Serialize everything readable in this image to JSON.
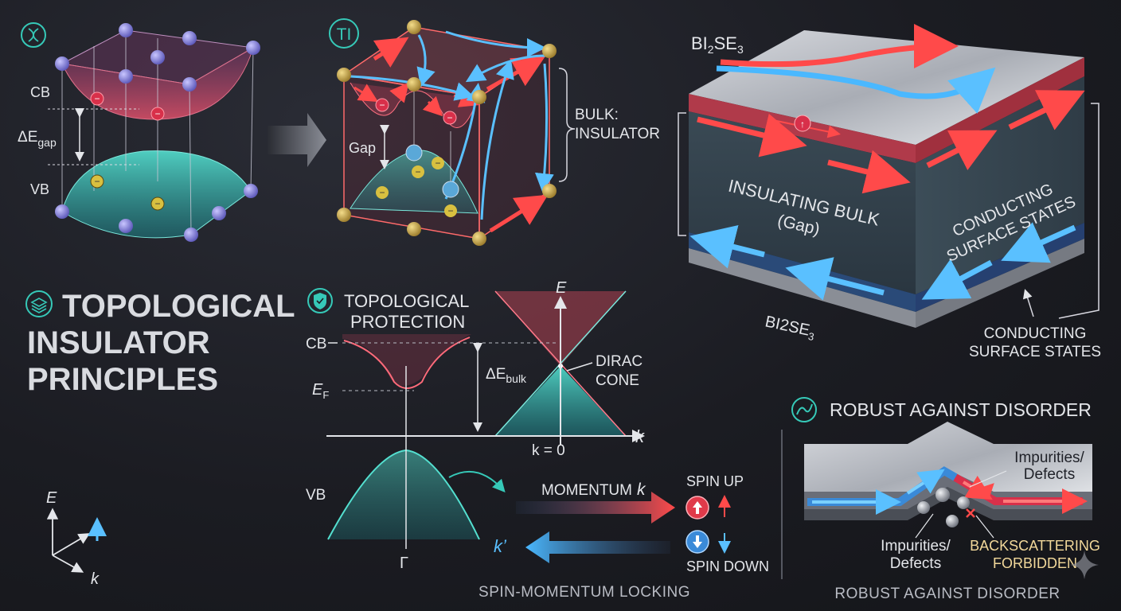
{
  "title": {
    "line1": "TOPOLOGICAL",
    "line2": "INSULATOR",
    "line3": "PRINCIPLES"
  },
  "ordinary_insulator": {
    "icon": "dna-icon",
    "cb": "CB",
    "vb": "VB",
    "gap_delta": "ΔE",
    "gap_sub": "gap"
  },
  "ti_panel": {
    "badge": "TI",
    "gap": "Gap",
    "bulk_line1": "BULK:",
    "bulk_line2": "INSULATOR"
  },
  "material_panel": {
    "top_label_main": "BI",
    "top_label_2": "2",
    "top_label_se": "SE",
    "top_label_3": "3",
    "bottom_label": "BI2SE",
    "bottom_sub": "3",
    "bulk_line1": "INSULATING BULK",
    "bulk_line2": "(Gap)",
    "side_line1": "CONDUCTING",
    "side_line2": "SURFACE STATES",
    "callout_line1": "CONDUCTING",
    "callout_line2": "SURFACE STATES"
  },
  "protection_panel": {
    "icon": "shield-check-icon",
    "heading_line1": "TOPOLOGICAL",
    "heading_line2": "PROTECTION",
    "cb": "CB",
    "vb": "VB",
    "ef": "E",
    "ef_sub": "F",
    "delta_bulk": "ΔE",
    "delta_sub": "bulk",
    "axis_e": "E",
    "axis_k": "k",
    "k_zero": "k = 0",
    "gamma": "Γ",
    "dirac_line1": "DIRAC",
    "dirac_line2": "CONE"
  },
  "spin_locking": {
    "momentum": "MOMENTUM",
    "momentum_k": "k",
    "k_prime": "k’",
    "spin_up": "SPIN UP",
    "spin_down": "SPIN DOWN",
    "caption": "SPIN-MOMENTUM LOCKING"
  },
  "disorder_panel": {
    "icon": "wavy-path-icon",
    "heading": "ROBUST AGAINST DISORDER",
    "impurities_top_1": "Impurities/",
    "impurities_top_2": "Defects",
    "impurities_bottom_1": "Impurities/",
    "impurities_bottom_2": "Defects",
    "backscatter_1": "BACKSCATTERING",
    "backscatter_2": "FORBIDDEN",
    "caption": "ROBUST AGAINST DISORDER"
  },
  "axes_legend": {
    "e": "E",
    "k": "k"
  },
  "colors": {
    "red": "#ff4a4a",
    "blue": "#4ab8ff",
    "teal": "#36c9b8",
    "pink": "#d24a6a",
    "gold": "#e0b84a",
    "violet": "#8a86e0"
  }
}
